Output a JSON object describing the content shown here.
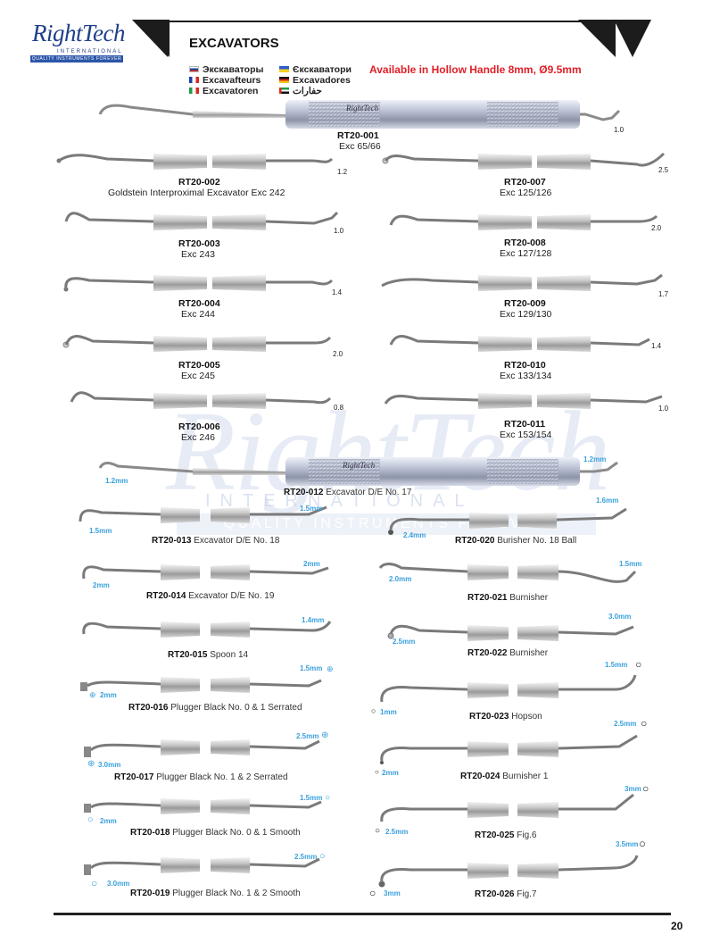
{
  "header": {
    "logo": {
      "brand": "RightTech",
      "sub": "INTERNATIONAL",
      "tagline": "QUALITY INSTRUMENTS FOREVER"
    },
    "title": "EXCAVATORS",
    "availability": "Available in Hollow Handle 8mm, Ø9.5mm",
    "translations": [
      {
        "flag": "ru",
        "text": "Экскаваторы"
      },
      {
        "flag": "fr",
        "text": "Excavafteurs"
      },
      {
        "flag": "it",
        "text": "Excavatoren"
      },
      {
        "flag": "ua",
        "text": "Єкскаватори"
      },
      {
        "flag": "es",
        "text": "Excavadores"
      },
      {
        "flag": "ae",
        "text": "حفارات"
      }
    ]
  },
  "watermark": {
    "brand": "RightTech",
    "sub": "INTERNATIONAL",
    "tagline": "QUALITY INSTRUMENTS FOREVER"
  },
  "products": {
    "p001": {
      "code": "RT20-001",
      "name": "Exc 65/66",
      "size": "1.0"
    },
    "p002": {
      "code": "RT20-002",
      "name": "Goldstein Interproximal Excavator Exc 242",
      "size": "1.2"
    },
    "p003": {
      "code": "RT20-003",
      "name": "Exc 243",
      "size": "1.0"
    },
    "p004": {
      "code": "RT20-004",
      "name": "Exc 244",
      "size": "1.4"
    },
    "p005": {
      "code": "RT20-005",
      "name": "Exc 245",
      "size": "2.0"
    },
    "p006": {
      "code": "RT20-006",
      "name": "Exc 246",
      "size": "0.8"
    },
    "p007": {
      "code": "RT20-007",
      "name": "Exc 125/126",
      "size": "2.5"
    },
    "p008": {
      "code": "RT20-008",
      "name": "Exc 127/128",
      "size": "2.0"
    },
    "p009": {
      "code": "RT20-009",
      "name": "Exc 129/130",
      "size": "1.7"
    },
    "p010": {
      "code": "RT20-010",
      "name": "Exc 133/134",
      "size": "1.4"
    },
    "p011": {
      "code": "RT20-011",
      "name": "Exc 153/154",
      "size": "1.0"
    },
    "p012": {
      "code": "RT20-012",
      "name": "Excavator D/E No. 17",
      "size_left": "1.2mm",
      "size_right": "1.2mm"
    },
    "p013": {
      "code": "RT20-013",
      "name": "Excavator D/E No. 18",
      "size_left": "1.5mm",
      "size_right": "1.5mm"
    },
    "p014": {
      "code": "RT20-014",
      "name": "Excavator D/E No. 19",
      "size_left": "2mm",
      "size_right": "2mm"
    },
    "p015": {
      "code": "RT20-015",
      "name": "Spoon 14",
      "size_right": "1.4mm"
    },
    "p016": {
      "code": "RT20-016",
      "name": "Plugger Black No. 0 & 1 Serrated",
      "size_left": "2mm",
      "size_right": "1.5mm"
    },
    "p017": {
      "code": "RT20-017",
      "name": "Plugger Black No. 1 & 2 Serrated",
      "size_left": "3.0mm",
      "size_right": "2.5mm"
    },
    "p018": {
      "code": "RT20-018",
      "name": "Plugger Black No. 0 & 1 Smooth",
      "size_left": "2mm",
      "size_right": "1.5mm"
    },
    "p019": {
      "code": "RT20-019",
      "name": "Plugger Black No. 1 & 2 Smooth",
      "size_left": "3.0mm",
      "size_right": "2.5mm"
    },
    "p020": {
      "code": "RT20-020",
      "name": "Burisher No. 18 Ball",
      "size_left": "2.4mm",
      "size_right": "1.6mm"
    },
    "p021": {
      "code": "RT20-021",
      "name": "Burnisher",
      "size_left": "2.0mm",
      "size_right": "1.5mm"
    },
    "p022": {
      "code": "RT20-022",
      "name": "Burnisher",
      "size_left": "2.5mm",
      "size_right": "3.0mm"
    },
    "p023": {
      "code": "RT20-023",
      "name": "Hopson",
      "size_left": "1mm",
      "size_right": "1.5mm"
    },
    "p024": {
      "code": "RT20-024",
      "name": "Burnisher 1",
      "size_left": "2mm",
      "size_right": "2.5mm"
    },
    "p025": {
      "code": "RT20-025",
      "name": "Fig.6",
      "size_left": "2.5mm",
      "size_right": "3mm"
    },
    "p026": {
      "code": "RT20-026",
      "name": "Fig.7",
      "size_left": "3mm",
      "size_right": "3.5mm"
    }
  },
  "footer": {
    "page_number": "20"
  }
}
